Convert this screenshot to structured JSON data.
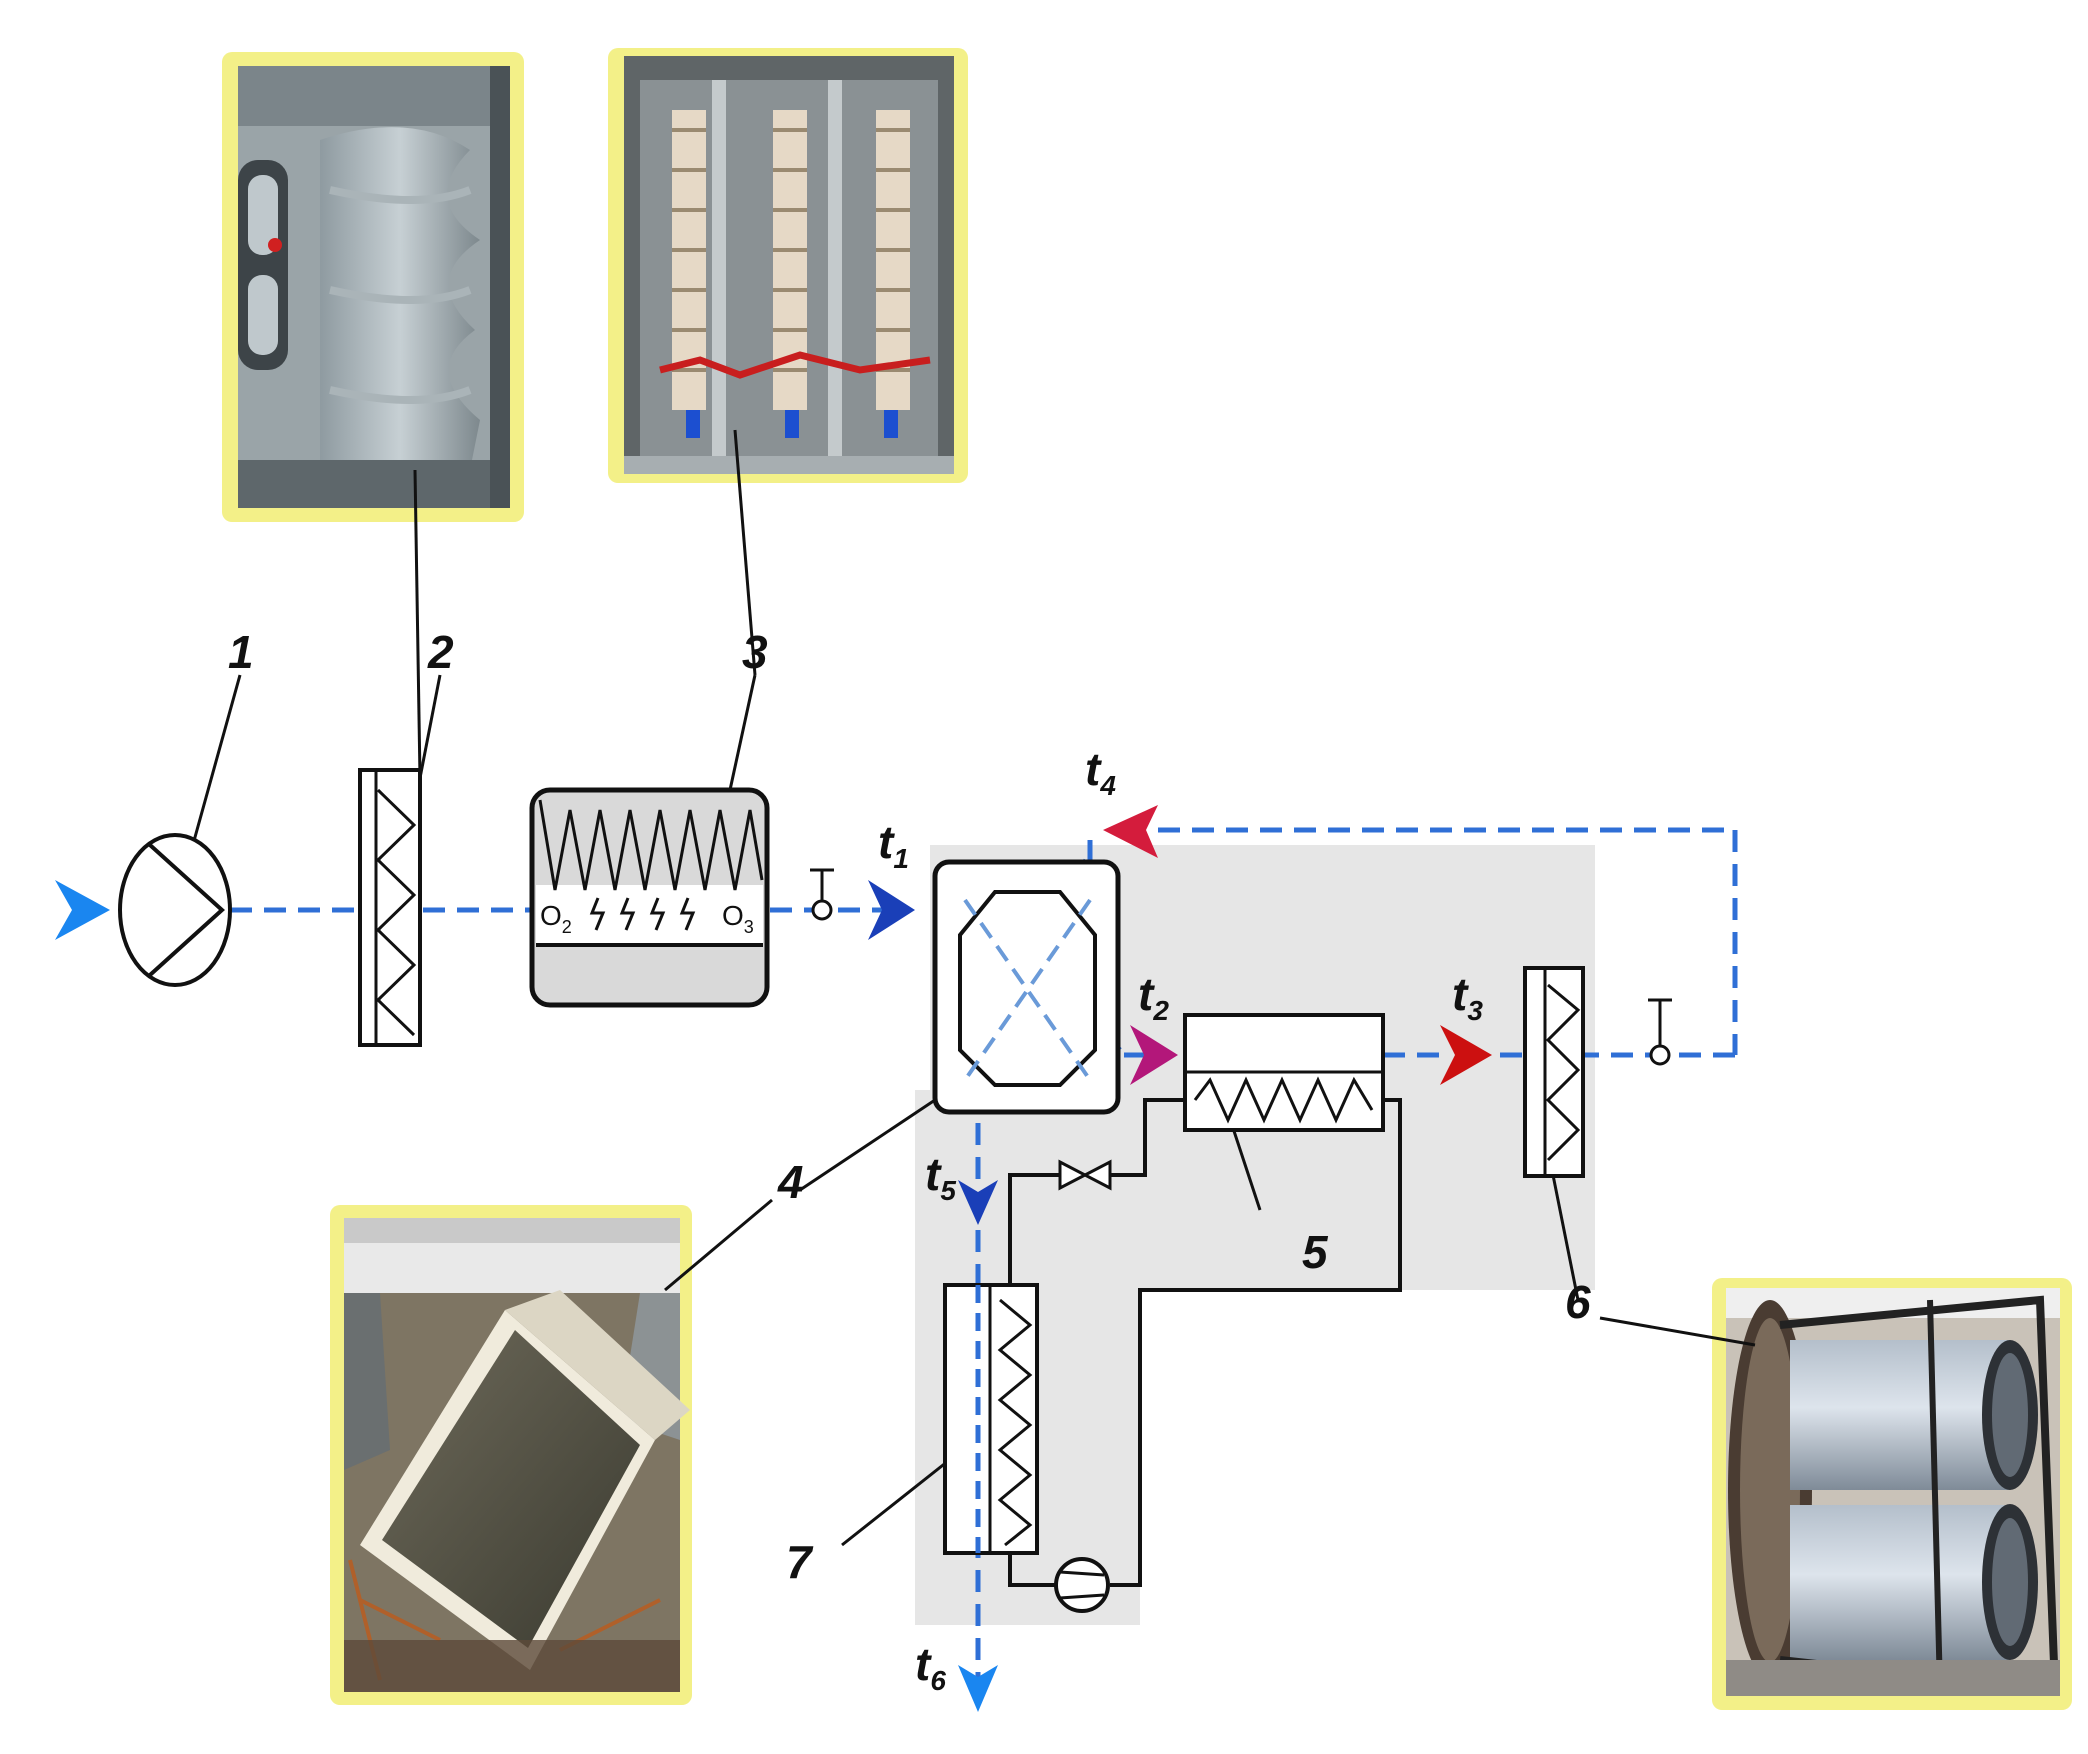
{
  "labels": {
    "n1": "1",
    "n2": "2",
    "n3": "3",
    "n4": "4",
    "n5": "5",
    "n6": "6",
    "n7": "7"
  },
  "temps": {
    "t1": {
      "base": "t",
      "sub": "1"
    },
    "t2": {
      "base": "t",
      "sub": "2"
    },
    "t3": {
      "base": "t",
      "sub": "3"
    },
    "t4": {
      "base": "t",
      "sub": "4"
    },
    "t5": {
      "base": "t",
      "sub": "5"
    },
    "t6": {
      "base": "t",
      "sub": "6"
    }
  },
  "ozonizer": {
    "o2": {
      "base": "O",
      "sub": "2"
    },
    "o3": {
      "base": "O",
      "sub": "3"
    }
  },
  "colors": {
    "air_line": "#2f6fd6",
    "inlet_arrow": "#1a86f0",
    "t1_arrow": "#1a3fb8",
    "t2_arrow": "#b3177a",
    "t3_arrow": "#cc1010",
    "t4_arrow": "#d41c3c",
    "photo_frame": "#f3f088",
    "zone_bg": "#e6e6e6"
  },
  "photos": [
    {
      "id": "pocket-filter-photo"
    },
    {
      "id": "ozonizer-photo"
    },
    {
      "id": "heat-exchanger-photo"
    },
    {
      "id": "cartridge-filter-photo"
    }
  ]
}
